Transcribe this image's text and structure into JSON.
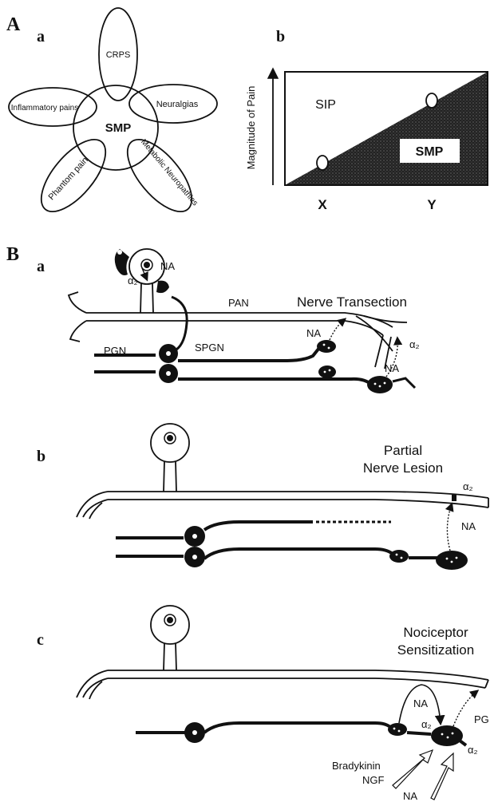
{
  "panel_A": {
    "label": "A",
    "a": {
      "label": "a",
      "center": "SMP",
      "petals": [
        "CRPS",
        "Neuralgias",
        "Metabolic Neuropathies",
        "Phantom pain",
        "Inflammatory pains"
      ]
    },
    "b": {
      "label": "b",
      "ylabel": "Magnitude of Pain",
      "upper_region": "SIP",
      "lower_region": "SMP",
      "xticks": [
        "X",
        "Y"
      ]
    }
  },
  "panel_B": {
    "label": "B",
    "a": {
      "label": "a",
      "title": "Nerve Transection",
      "labels": {
        "na_top": "NA",
        "alpha_top": "α₂",
        "pan": "PAN",
        "pgn": "PGN",
        "spgn": "SPGN",
        "na_mid": "NA",
        "alpha_right": "α₂",
        "na_right": "NA"
      }
    },
    "b": {
      "label": "b",
      "title_line1": "Partial",
      "title_line2": "Nerve Lesion",
      "labels": {
        "alpha": "α₂",
        "na": "NA"
      }
    },
    "c": {
      "label": "c",
      "title_line1": "Nociceptor",
      "title_line2": "Sensitization",
      "labels": {
        "na_top": "NA",
        "alpha_mid": "α₂",
        "pg": "PG",
        "alpha_low": "α₂",
        "bradykinin": "Bradykinin",
        "ngf": "NGF",
        "na_bottom": "NA"
      }
    }
  }
}
